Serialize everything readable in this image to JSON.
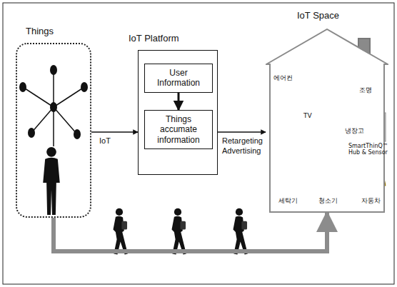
{
  "diagram": {
    "nodes": [
      {
        "text": [
          "Things"
        ]
      },
      {
        "text": [
          "IoT Platform"
        ]
      },
      {
        "text": [
          "User Information"
        ],
        "in": 1
      },
      {
        "text": [
          "Things accumate information"
        ],
        "in": 1
      },
      {
        "text": [
          "IoT Space"
        ]
      }
    ],
    "edges": [
      {
        "from": 0,
        "to": 1,
        "label": "IoT",
        "arrow": "to"
      },
      {
        "from": 1,
        "to": 4,
        "label": "Retargeting Advertising",
        "arrow": "to"
      },
      {
        "from": 2,
        "to": 3,
        "arrow": "to"
      },
      {
        "from": 0,
        "to": 4,
        "arrow": "to"
      }
    ],
    "labels": [
      "에어컨",
      "조명",
      "TV",
      "SmartThinQ™ Hub & Sensor",
      "냉장고",
      "세탁기",
      "청소기",
      "자동차"
    ]
  }
}
